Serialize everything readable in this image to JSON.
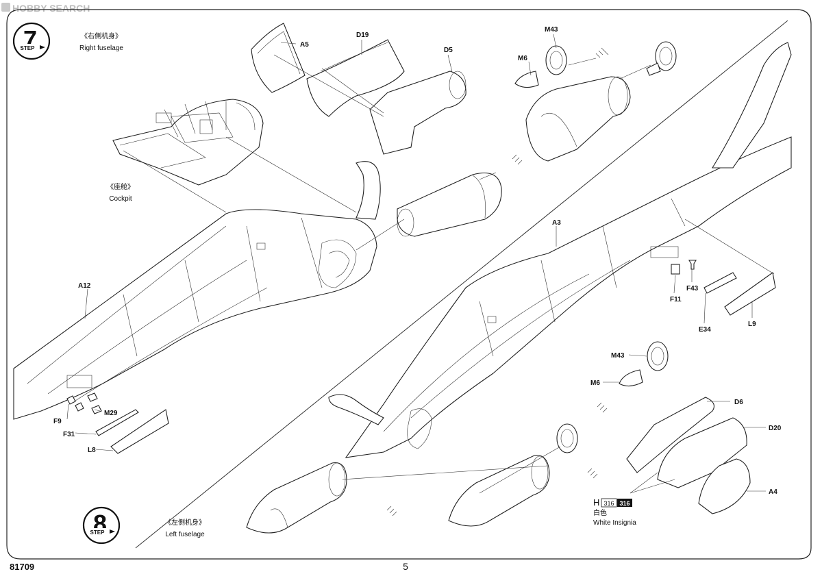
{
  "watermark": "HOBBY SEARCH",
  "steps": [
    {
      "number": "7",
      "word": "STEP"
    },
    {
      "number": "8",
      "word": "STEP"
    }
  ],
  "headings": {
    "right_cn": "《右側机身》",
    "right_en": "Right fuselage",
    "cockpit_cn": "《座舱》",
    "cockpit_en": "Cockpit",
    "left_cn": "《左側机身》",
    "left_en": "Left fuselage"
  },
  "parts": {
    "A5": "A5",
    "D19": "D19",
    "D5": "D5",
    "M43": "M43",
    "M6": "M6",
    "A12": "A12",
    "A3": "A3",
    "F9": "F9",
    "M29": "M29",
    "F31": "F31",
    "L8": "L8",
    "F11": "F11",
    "F43": "F43",
    "E34": "E34",
    "L9": "L9",
    "M43b": "M43",
    "M6b": "M6",
    "D6": "D6",
    "D20": "D20",
    "A4": "A4"
  },
  "decal": {
    "letter": "H",
    "code1": "316",
    "code2": "316",
    "color_cn": "白色",
    "color_en": "White Insignia"
  },
  "footer": {
    "kit_number": "81709",
    "page_number": "5"
  }
}
